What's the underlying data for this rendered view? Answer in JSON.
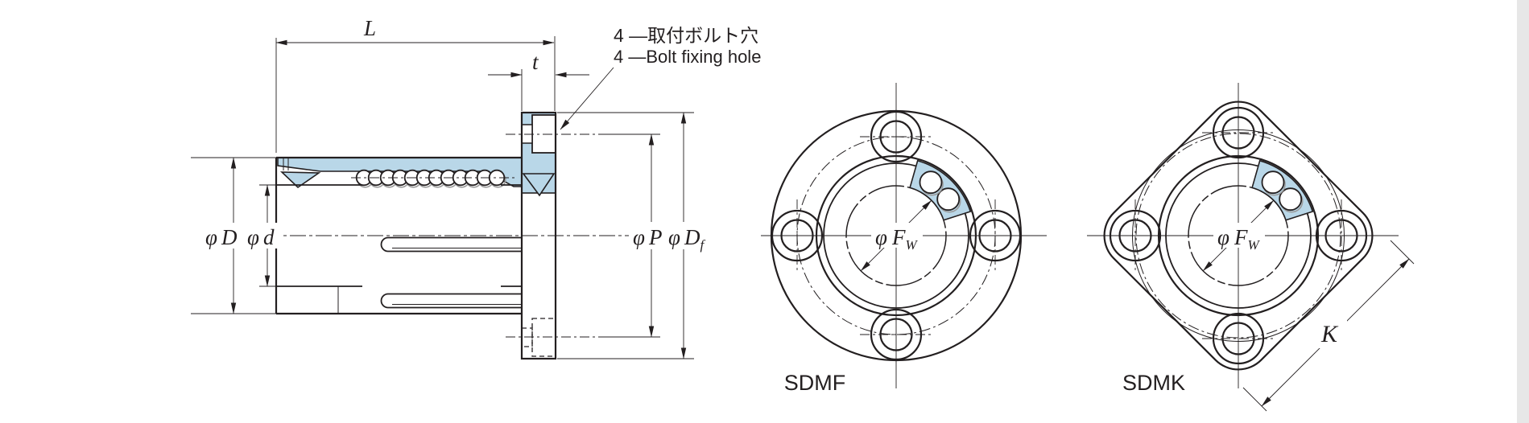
{
  "drawing": {
    "labels": {
      "L": "L",
      "t": "t",
      "phi": "φ",
      "D": "D",
      "d": "d",
      "P": "P",
      "Df_main": "D",
      "Df_sub": "f",
      "Fw_main": "F",
      "Fw_sub": "W",
      "K": "K"
    },
    "notes": {
      "bolt_hole_jp": "4 —取付ボルト穴",
      "bolt_hole_en": "4 —Bolt fixing hole"
    },
    "views": {
      "section": "cross-section",
      "sdmf": "SDMF",
      "sdmk": "SDMK"
    },
    "colors": {
      "line": "#231f20",
      "highlight_blue": "#b9d7e8",
      "ball_shadow": "#9a9a9a",
      "page_edge": "#e7e7e7",
      "background": "#ffffff"
    }
  }
}
